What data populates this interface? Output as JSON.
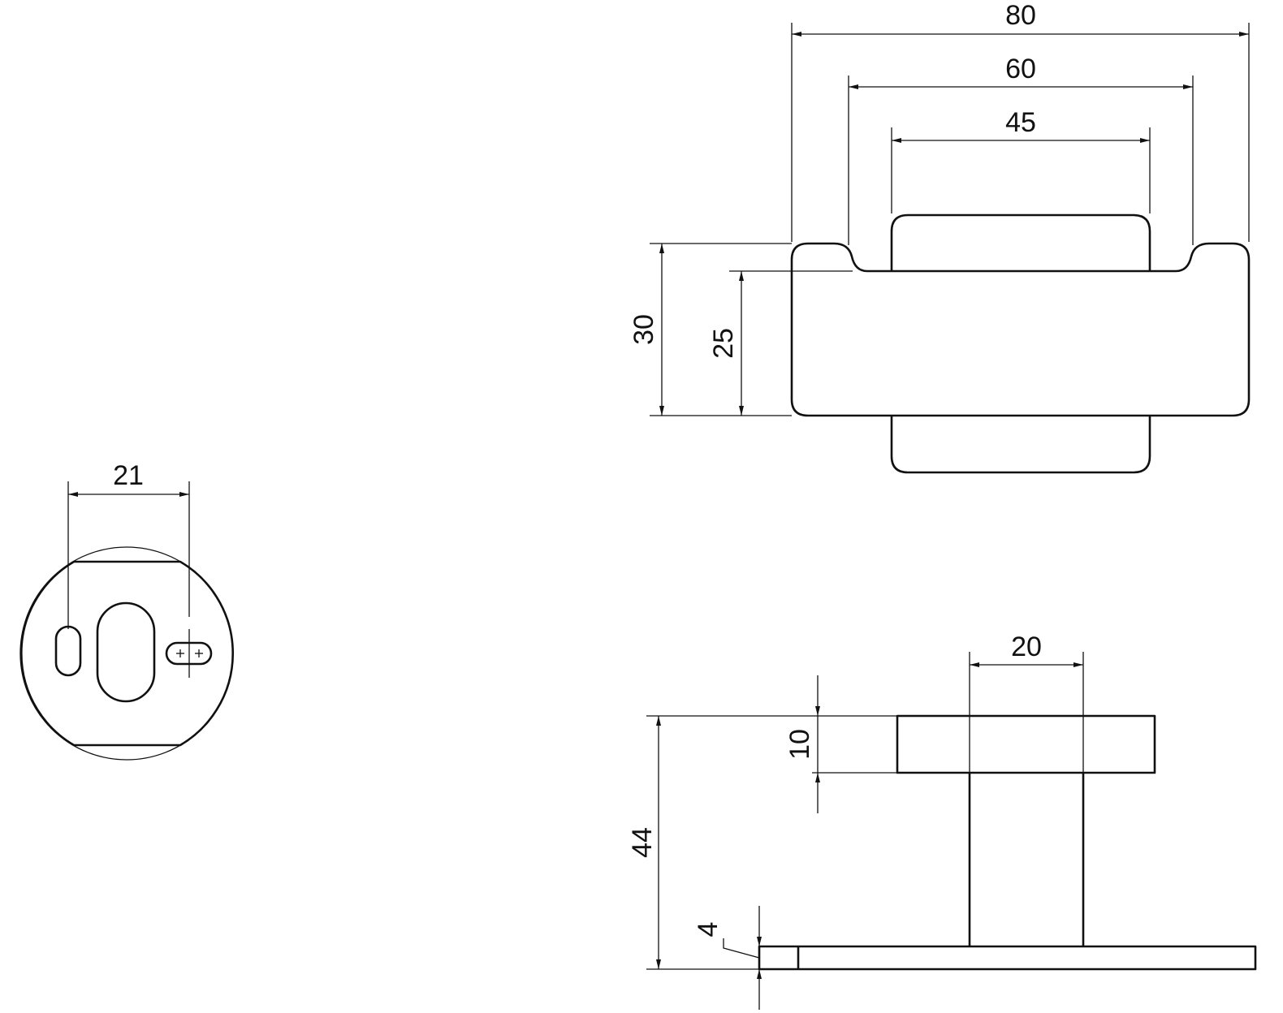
{
  "dimensions": {
    "front_width_outer": "80",
    "front_width_mid": "60",
    "front_width_inner": "45",
    "front_height_outer": "30",
    "front_height_inner": "25",
    "side_block_width": "20",
    "side_plate_thickness": "10",
    "side_total_height": "44",
    "side_base_thickness": "4",
    "round_slot_spacing": "21"
  },
  "colors": {
    "line": "#111111",
    "background": "#ffffff"
  }
}
